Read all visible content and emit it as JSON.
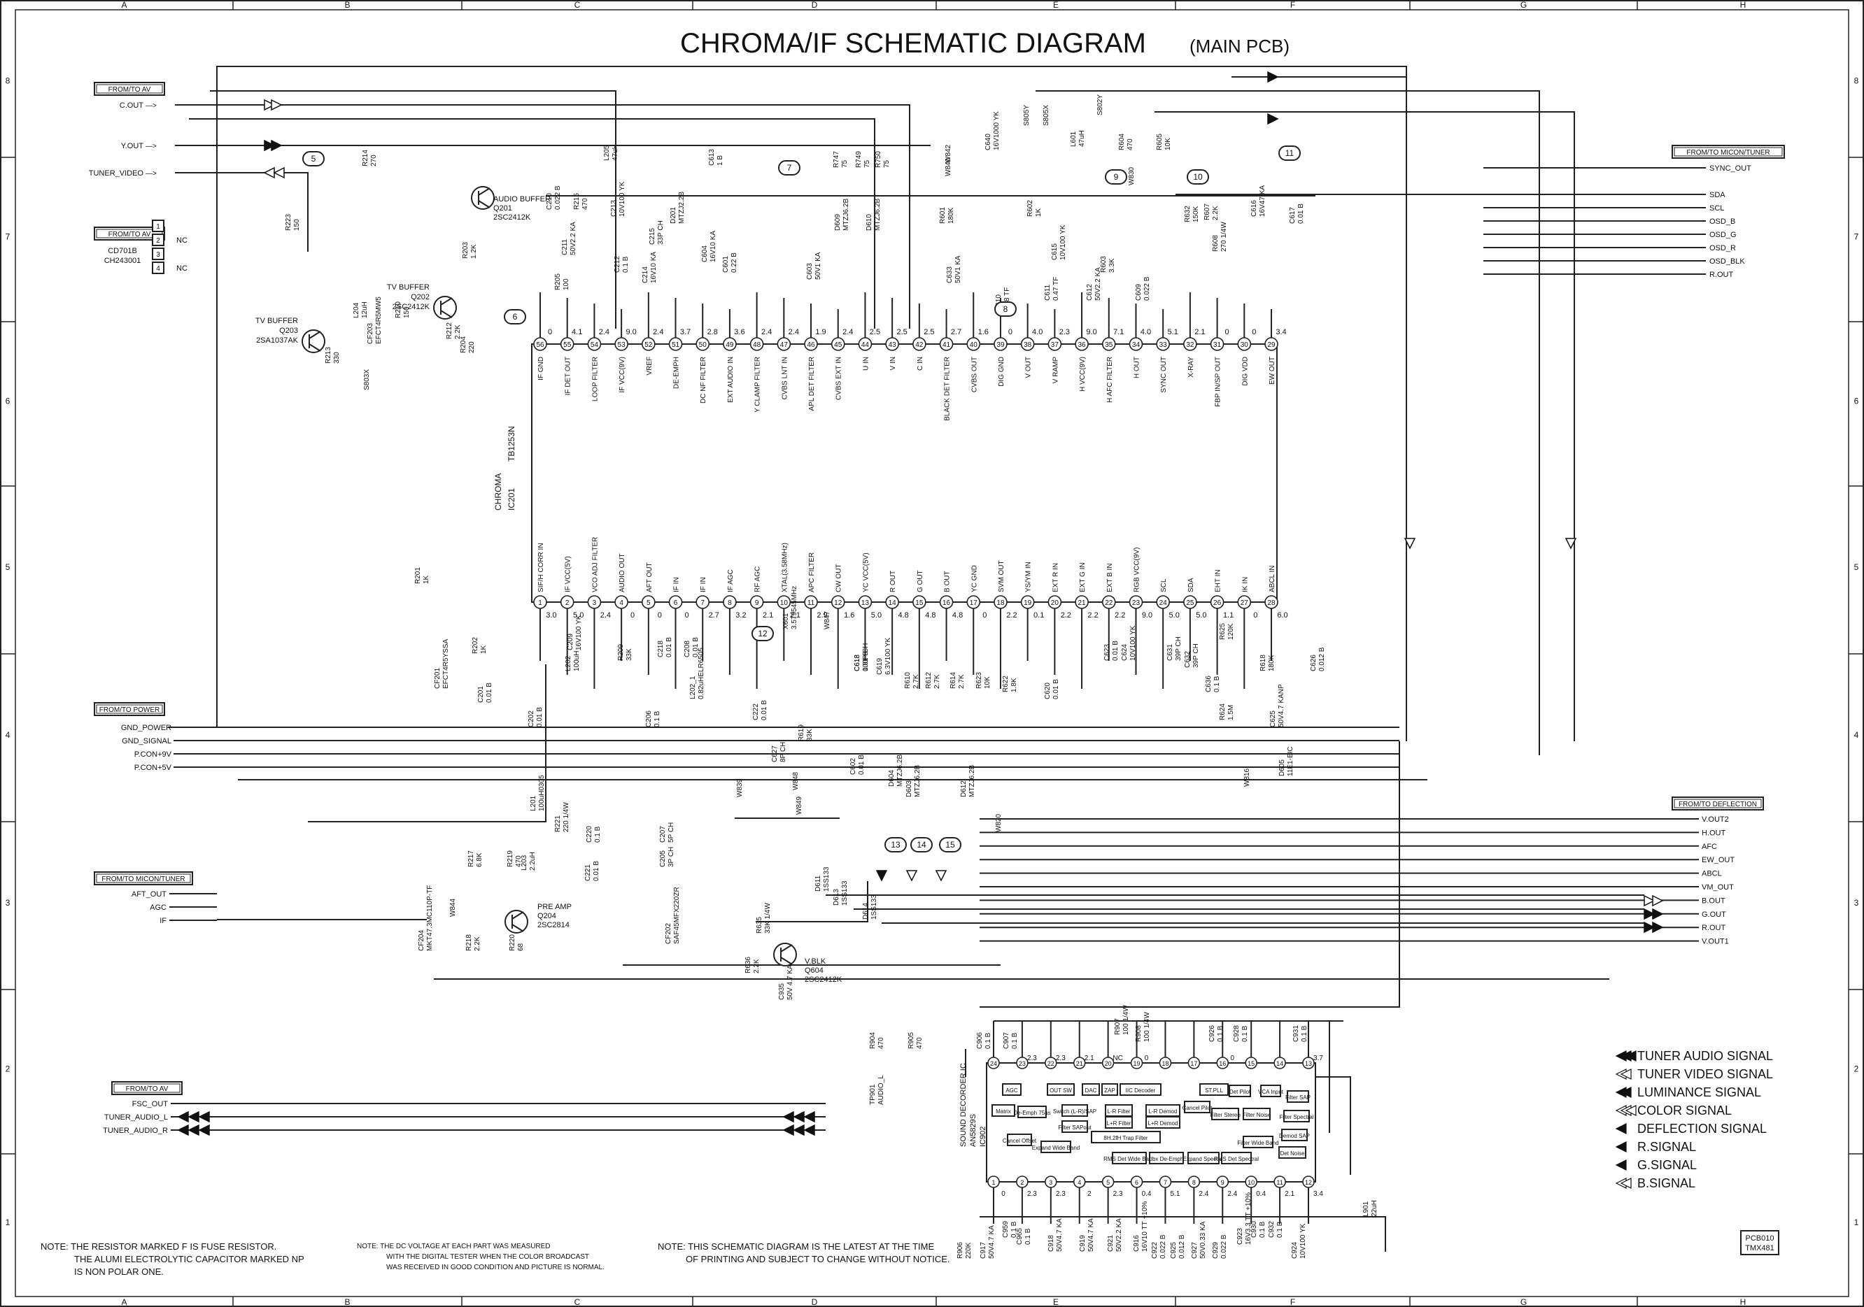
{
  "title": "CHROMA/IF SCHEMATIC DIAGRAM",
  "subtitle": "(MAIN PCB)",
  "grid": {
    "cols": [
      "A",
      "B",
      "C",
      "D",
      "E",
      "F",
      "G",
      "H"
    ],
    "rows": [
      "8",
      "7",
      "6",
      "5",
      "4",
      "3",
      "2",
      "1"
    ]
  },
  "ic": {
    "ref": "IC201",
    "part": "TB1253N",
    "name": "CHROMA"
  },
  "ic_top_pins": [
    {
      "n": "56",
      "label": "IF GND",
      "v": "0"
    },
    {
      "n": "55",
      "label": "IF DET OUT",
      "v": "4.1"
    },
    {
      "n": "54",
      "label": "LOOP FILTER",
      "v": "2.4"
    },
    {
      "n": "53",
      "label": "IF VCC(9V)",
      "v": "9.0"
    },
    {
      "n": "52",
      "label": "VREF",
      "v": "2.4"
    },
    {
      "n": "51",
      "label": "DE-EMPH",
      "v": "3.7"
    },
    {
      "n": "50",
      "label": "DC NF FILTER",
      "v": "2.8"
    },
    {
      "n": "49",
      "label": "EXT AUDIO IN",
      "v": "3.6"
    },
    {
      "n": "48",
      "label": "Y CLAMP FILTER",
      "v": "2.4"
    },
    {
      "n": "47",
      "label": "CVBS LNT IN",
      "v": "2.4"
    },
    {
      "n": "46",
      "label": "APL DET FILTER",
      "v": "1.9"
    },
    {
      "n": "45",
      "label": "CVBS EXT IN",
      "v": "2.4"
    },
    {
      "n": "44",
      "label": "U IN",
      "v": "2.5"
    },
    {
      "n": "43",
      "label": "V IN",
      "v": "2.5"
    },
    {
      "n": "42",
      "label": "C IN",
      "v": "2.5"
    },
    {
      "n": "41",
      "label": "BLACK DET FILTER",
      "v": "2.7"
    },
    {
      "n": "40",
      "label": "CVBS OUT",
      "v": "1.6"
    },
    {
      "n": "39",
      "label": "DIG GND",
      "v": "0"
    },
    {
      "n": "38",
      "label": "V OUT",
      "v": "4.0"
    },
    {
      "n": "37",
      "label": "V RAMP",
      "v": "2.3"
    },
    {
      "n": "36",
      "label": "H VCC(9V)",
      "v": "9.0"
    },
    {
      "n": "35",
      "label": "H AFC FILTER",
      "v": "7.1"
    },
    {
      "n": "34",
      "label": "H OUT",
      "v": "4.0"
    },
    {
      "n": "33",
      "label": "SYNC OUT",
      "v": "5.1"
    },
    {
      "n": "32",
      "label": "X-RAY",
      "v": "2.1"
    },
    {
      "n": "31",
      "label": "FBP IN/SP OUT",
      "v": "0"
    },
    {
      "n": "30",
      "label": "DIG VDD",
      "v": "0"
    },
    {
      "n": "29",
      "label": "EW OUT",
      "v": "3.4"
    }
  ],
  "ic_bottom_pins": [
    {
      "n": "1",
      "label": "SIF/H CORR IN",
      "v": "3.0"
    },
    {
      "n": "2",
      "label": "IF VCC(5V)",
      "v": "5.0"
    },
    {
      "n": "3",
      "label": "VCO ADJ FILTER",
      "v": "2.4"
    },
    {
      "n": "4",
      "label": "AUDIO OUT",
      "v": "0"
    },
    {
      "n": "5",
      "label": "AFT OUT",
      "v": "0"
    },
    {
      "n": "6",
      "label": "IF IN",
      "v": "0"
    },
    {
      "n": "7",
      "label": "IF IN",
      "v": "2.7"
    },
    {
      "n": "8",
      "label": "IF AGC",
      "v": "3.2"
    },
    {
      "n": "9",
      "label": "RF AGC",
      "v": "2.1"
    },
    {
      "n": "10",
      "label": "XTAL(3.58MHz)",
      "v": "2.1"
    },
    {
      "n": "11",
      "label": "APC FILTER",
      "v": "2.9"
    },
    {
      "n": "12",
      "label": "CW OUT",
      "v": "1.6"
    },
    {
      "n": "13",
      "label": "YC VCC(5V)",
      "v": "5.0"
    },
    {
      "n": "14",
      "label": "R OUT",
      "v": "4.8"
    },
    {
      "n": "15",
      "label": "G OUT",
      "v": "4.8"
    },
    {
      "n": "16",
      "label": "B OUT",
      "v": "4.8"
    },
    {
      "n": "17",
      "label": "YC GND",
      "v": "0"
    },
    {
      "n": "18",
      "label": "SVM OUT",
      "v": "2.2"
    },
    {
      "n": "19",
      "label": "YS/YM IN",
      "v": "0.1"
    },
    {
      "n": "20",
      "label": "EXT R IN",
      "v": "2.2"
    },
    {
      "n": "21",
      "label": "EXT G IN",
      "v": "2.2"
    },
    {
      "n": "22",
      "label": "EXT B IN",
      "v": "2.2"
    },
    {
      "n": "23",
      "label": "RGB VCC(9V)",
      "v": "9.0"
    },
    {
      "n": "24",
      "label": "SCL",
      "v": "5.0"
    },
    {
      "n": "25",
      "label": "SDA",
      "v": "5.0"
    },
    {
      "n": "26",
      "label": "EHT IN",
      "v": "1.1"
    },
    {
      "n": "27",
      "label": "IK IN",
      "v": "0"
    },
    {
      "n": "28",
      "label": "ABCL IN",
      "v": "6.0"
    }
  ],
  "connectors": {
    "av_top": {
      "header": "FROM/TO AV",
      "signals": [
        "C.OUT",
        "Y.OUT",
        "TUNER_VIDEO"
      ]
    },
    "av_jack": {
      "header": "FROM/TO AV",
      "ref": "CD701B",
      "part": "CH243001",
      "pins": [
        "1",
        "2",
        "3",
        "4"
      ],
      "nc": "NC"
    },
    "power": {
      "header": "FROM/TO POWER",
      "signals": [
        "GND_POWER",
        "GND_SIGNAL",
        "P.CON+9V",
        "P.CON+5V"
      ]
    },
    "micon_left": {
      "header": "FROM/TO MICON/TUNER",
      "signals": [
        "AFT_OUT",
        "AGC",
        "IF"
      ]
    },
    "av_bottom": {
      "header": "FROM/TO AV",
      "signals": [
        "FSC_OUT",
        "TUNER_AUDIO_L",
        "TUNER_AUDIO_R"
      ]
    },
    "micon_right": {
      "header": "FROM/TO MICON/TUNER",
      "signals": [
        "SYNC_OUT",
        "SDA",
        "SCL",
        "OSD_B",
        "OSD_G",
        "OSD_R",
        "OSD_BLK",
        "R.OUT"
      ]
    },
    "deflection": {
      "header": "FROM/TO DEFLECTION",
      "signals": [
        "V.OUT2",
        "H.OUT",
        "AFC",
        "EW_OUT",
        "ABCL",
        "VM_OUT",
        "B.OUT",
        "G.OUT",
        "R.OUT",
        "V.OUT1"
      ]
    }
  },
  "transistors": [
    {
      "ref": "Q201",
      "part": "2SC2412K",
      "name": "AUDIO BUFFER"
    },
    {
      "ref": "Q202",
      "part": "2SC2412K",
      "name": "TV BUFFER"
    },
    {
      "ref": "Q203",
      "part": "2SA1037AK",
      "name": "TV BUFFER"
    },
    {
      "ref": "Q204",
      "part": "2SC2814",
      "name": "PRE AMP"
    },
    {
      "ref": "Q604",
      "part": "2SC2412K",
      "name": "V.BLK"
    }
  ],
  "sound_ic": {
    "ref": "IC902",
    "part": "AN5829S",
    "name": "SOUND DECORDER IC",
    "blocks": [
      "AGC",
      "OUT SW",
      "DAC",
      "ZAP",
      "IIC Decoder",
      "Matrix",
      "Switch (L-R)/SAP",
      "L-R Filter",
      "L-R Demod",
      "De-Emph 75us",
      "L+R Filter",
      "L+R Demod",
      "Filter SAPout",
      "Cancel Offset",
      "Expand Wide Band",
      "8H.2fH Trap Filter",
      "RMS Det Wide Band",
      "dbx De-Emph",
      "Expand Spectral",
      "RMS Det Spectral",
      "ST.PLL",
      "Det Pilot",
      "VCA Input",
      "Filter SAP",
      "Cancel Pilot",
      "Filter Stereo",
      "Filter Noise",
      "Filter Spectral",
      "Filter Wide Band",
      "Demod SAP",
      "Det Noise"
    ],
    "top_pins": [
      "24",
      "23",
      "22",
      "21",
      "20",
      "19",
      "18",
      "17",
      "16",
      "15",
      "14",
      "13"
    ],
    "top_v": [
      "",
      "2.3",
      "2.3",
      "2.1",
      "NC",
      "0",
      "",
      "",
      "0",
      "",
      "",
      "3.7"
    ],
    "bottom_pins": [
      "1",
      "2",
      "3",
      "4",
      "5",
      "6",
      "7",
      "8",
      "9",
      "10",
      "11",
      "12"
    ],
    "bottom_v": [
      "0",
      "2.3",
      "2.3",
      "2",
      "2.3",
      "0.4",
      "5.1",
      "2.4",
      "2.4",
      "0.4",
      "2.1",
      "3.4"
    ]
  },
  "components": [
    {
      "ref": "R214",
      "val": "270"
    },
    {
      "ref": "R223",
      "val": "150"
    },
    {
      "ref": "R203",
      "val": "1.2K"
    },
    {
      "ref": "R205",
      "val": "100"
    },
    {
      "ref": "R210",
      "val": "150"
    },
    {
      "ref": "R212",
      "val": "2.2K"
    },
    {
      "ref": "R204",
      "val": "220"
    },
    {
      "ref": "R213",
      "val": "330"
    },
    {
      "ref": "L204",
      "val": "12uH"
    },
    {
      "ref": "CF203",
      "val": "EFCT4R5MW5"
    },
    {
      "ref": "S803X",
      "val": ""
    },
    {
      "ref": "L205",
      "val": "47uH"
    },
    {
      "ref": "C613",
      "val": "1  B"
    },
    {
      "ref": "C210",
      "val": "0.022 B"
    },
    {
      "ref": "R215",
      "val": "470"
    },
    {
      "ref": "C211",
      "val": "50V2.2 KA"
    },
    {
      "ref": "C213",
      "val": "10V100 YK"
    },
    {
      "ref": "C212",
      "val": "0.1 B"
    },
    {
      "ref": "C214",
      "val": "16V10 KA"
    },
    {
      "ref": "C215",
      "val": "33P CH"
    },
    {
      "ref": "D201",
      "val": "MTZJ2.2B"
    },
    {
      "ref": "C604",
      "val": "16V10 KA"
    },
    {
      "ref": "C601",
      "val": "0.22 B"
    },
    {
      "ref": "C603",
      "val": "50V1 KA"
    },
    {
      "ref": "R747",
      "val": "75"
    },
    {
      "ref": "R749",
      "val": "75"
    },
    {
      "ref": "R750",
      "val": "75"
    },
    {
      "ref": "D609",
      "val": "MTZJ6.2B"
    },
    {
      "ref": "D610",
      "val": "MTZJ6.2B"
    },
    {
      "ref": "W842",
      "val": ""
    },
    {
      "ref": "W840",
      "val": ""
    },
    {
      "ref": "R601",
      "val": "180K"
    },
    {
      "ref": "C633",
      "val": "50V1 KA"
    },
    {
      "ref": "C640",
      "val": "16V1000 YK"
    },
    {
      "ref": "S805Y",
      "val": ""
    },
    {
      "ref": "S805X",
      "val": ""
    },
    {
      "ref": "L601",
      "val": "47uH"
    },
    {
      "ref": "S802Y",
      "val": ""
    },
    {
      "ref": "R604",
      "val": "470"
    },
    {
      "ref": "R605",
      "val": "10K"
    },
    {
      "ref": "W830",
      "val": ""
    },
    {
      "ref": "R602",
      "val": "1K"
    },
    {
      "ref": "C610",
      "val": "0.68 TF"
    },
    {
      "ref": "C611",
      "val": "0.47 TF"
    },
    {
      "ref": "C615",
      "val": "10V100 YK"
    },
    {
      "ref": "R603",
      "val": "3.3K"
    },
    {
      "ref": "C612",
      "val": "50V2.2 KA"
    },
    {
      "ref": "C609",
      "val": "0.022 B"
    },
    {
      "ref": "R632",
      "val": "150K"
    },
    {
      "ref": "R607",
      "val": "2.2K"
    },
    {
      "ref": "C618",
      "val": "100P CH"
    },
    {
      "ref": "R608",
      "val": "270 1/4W"
    },
    {
      "ref": "C616",
      "val": "16V47 KA"
    },
    {
      "ref": "C617",
      "val": "0.01 B"
    },
    {
      "ref": "R201",
      "val": "1K"
    },
    {
      "ref": "CF201",
      "val": "EFCT4R5YSSA"
    },
    {
      "ref": "C201",
      "val": "0.01 B"
    },
    {
      "ref": "R202",
      "val": "1K"
    },
    {
      "ref": "C202",
      "val": "0.01 B"
    },
    {
      "ref": "L202",
      "val": "100uH"
    },
    {
      "ref": "C209",
      "val": "16V100 YK"
    },
    {
      "ref": "R209",
      "val": "33K"
    },
    {
      "ref": "C206",
      "val": "0.1 B"
    },
    {
      "ref": "C218",
      "val": "0.01 B"
    },
    {
      "ref": "C208",
      "val": "0.01 B"
    },
    {
      "ref": "L202_1",
      "val": "0.82uHELR6505"
    },
    {
      "ref": "X601",
      "val": "3.579545MHz"
    },
    {
      "ref": "C222",
      "val": "0.01 B"
    },
    {
      "ref": "C627",
      "val": "8P CH"
    },
    {
      "ref": "R619",
      "val": "33K"
    },
    {
      "ref": "W847",
      "val": ""
    },
    {
      "ref": "C618",
      "val": "0.01 B"
    },
    {
      "ref": "C619",
      "val": "6.3V100 YK"
    },
    {
      "ref": "C602",
      "val": "0.01 B"
    },
    {
      "ref": "D604",
      "val": "MTZJ6.2B"
    },
    {
      "ref": "D603",
      "val": "MTZJ6.2B"
    },
    {
      "ref": "D612",
      "val": "MTZJ6.2B"
    },
    {
      "ref": "R610",
      "val": "2.7K"
    },
    {
      "ref": "R612",
      "val": "2.7K"
    },
    {
      "ref": "R614",
      "val": "2.7K"
    },
    {
      "ref": "R623",
      "val": "10K"
    },
    {
      "ref": "R622",
      "val": "1.8K"
    },
    {
      "ref": "C620",
      "val": "0.01 B"
    },
    {
      "ref": "C623",
      "val": "0.01 B"
    },
    {
      "ref": "C624",
      "val": "10V100 YK"
    },
    {
      "ref": "C631",
      "val": "39P CH"
    },
    {
      "ref": "C632",
      "val": "39P CH"
    },
    {
      "ref": "R625",
      "val": "120K"
    },
    {
      "ref": "C636",
      "val": "0.1 B"
    },
    {
      "ref": "R624",
      "val": "1.5M"
    },
    {
      "ref": "R618",
      "val": "180K"
    },
    {
      "ref": "C626",
      "val": "0.012 B"
    },
    {
      "ref": "C625",
      "val": "50V4.7 KANP"
    },
    {
      "ref": "D605",
      "val": "11E1-EIC"
    },
    {
      "ref": "W816",
      "val": ""
    },
    {
      "ref": "W839",
      "val": ""
    },
    {
      "ref": "W848",
      "val": ""
    },
    {
      "ref": "W849",
      "val": ""
    },
    {
      "ref": "W820",
      "val": ""
    },
    {
      "ref": "L201",
      "val": "100uH0305"
    },
    {
      "ref": "R221",
      "val": "220 1/4W"
    },
    {
      "ref": "C220",
      "val": "0.1 B"
    },
    {
      "ref": "C221",
      "val": "0.01 B"
    },
    {
      "ref": "C207",
      "val": "5P CH"
    },
    {
      "ref": "C205",
      "val": "3P CH"
    },
    {
      "ref": "CF202",
      "val": "SAF45MFX220ZR"
    },
    {
      "ref": "R217",
      "val": "6.8K"
    },
    {
      "ref": "R219",
      "val": "470"
    },
    {
      "ref": "L203",
      "val": "2.2uH"
    },
    {
      "ref": "W844",
      "val": ""
    },
    {
      "ref": "CF204",
      "val": "MKT47.3MC110P-TF"
    },
    {
      "ref": "R218",
      "val": "2.2K"
    },
    {
      "ref": "R220",
      "val": "68"
    },
    {
      "ref": "D611",
      "val": "1SS133"
    },
    {
      "ref": "D613",
      "val": "1SS133"
    },
    {
      "ref": "D614",
      "val": "1SS133"
    },
    {
      "ref": "R635",
      "val": "33K 1/4W"
    },
    {
      "ref": "R636",
      "val": "2.2K"
    },
    {
      "ref": "C935",
      "val": "50V 4.7 KA"
    },
    {
      "ref": "R904",
      "val": "470"
    },
    {
      "ref": "R905",
      "val": "470"
    },
    {
      "ref": "TP901",
      "val": "AUDIO_L"
    },
    {
      "ref": "C906",
      "val": "0.1 B"
    },
    {
      "ref": "C907",
      "val": "0.1 B"
    },
    {
      "ref": "R907",
      "val": "100 1/4W"
    },
    {
      "ref": "R908",
      "val": "100 1/4W"
    },
    {
      "ref": "C926",
      "val": "0.1 B"
    },
    {
      "ref": "C928",
      "val": "0.1 B"
    },
    {
      "ref": "C931",
      "val": "0.1 B"
    },
    {
      "ref": "R906",
      "val": "220K"
    },
    {
      "ref": "C917",
      "val": "50V4.7 KA"
    },
    {
      "ref": "C959",
      "val": "0.1 B"
    },
    {
      "ref": "C965",
      "val": "0.1 B"
    },
    {
      "ref": "C918",
      "val": "50V4.7 KA"
    },
    {
      "ref": "C919",
      "val": "50V4.7 KA"
    },
    {
      "ref": "C921",
      "val": "50V2.2 KA"
    },
    {
      "ref": "C916",
      "val": "16V10 TT +10%"
    },
    {
      "ref": "C922",
      "val": "0.022 B"
    },
    {
      "ref": "C925",
      "val": "0.012 B"
    },
    {
      "ref": "C927",
      "val": "50V0.33 KA"
    },
    {
      "ref": "C929",
      "val": "0.022 B"
    },
    {
      "ref": "C923",
      "val": "16V3.3 TT +10%"
    },
    {
      "ref": "C930",
      "val": "0.1 B"
    },
    {
      "ref": "C932",
      "val": "0.1 B"
    },
    {
      "ref": "C924",
      "val": "10V100 YK"
    },
    {
      "ref": "L901",
      "val": "22uH"
    }
  ],
  "tags": [
    "5",
    "6",
    "7",
    "8",
    "9",
    "10",
    "11",
    "12",
    "13",
    "14",
    "15"
  ],
  "legend": [
    {
      "icon": "tuner-audio",
      "label": "TUNER AUDIO SIGNAL"
    },
    {
      "icon": "tuner-video",
      "label": "TUNER VIDEO SIGNAL"
    },
    {
      "icon": "luminance",
      "label": "LUMINANCE SIGNAL"
    },
    {
      "icon": "color",
      "label": "COLOR SIGNAL"
    },
    {
      "icon": "deflection",
      "label": "DEFLECTION SIGNAL"
    },
    {
      "icon": "r",
      "label": "R.SIGNAL"
    },
    {
      "icon": "g",
      "label": "G.SIGNAL"
    },
    {
      "icon": "b",
      "label": "B.SIGNAL"
    }
  ],
  "notes": [
    "NOTE: THE RESISTOR MARKED F IS FUSE RESISTOR.",
    "THE ALUMI ELECTROLYTIC CAPACITOR MARKED NP",
    "IS NON POLAR ONE.",
    "NOTE: THE DC VOLTAGE AT EACH PART WAS MEASURED",
    "WITH THE DIGITAL TESTER WHEN THE COLOR BROADCAST",
    "WAS RECEIVED IN GOOD CONDITION AND PICTURE IS NORMAL.",
    "NOTE: THIS SCHEMATIC DIAGRAM IS THE LATEST AT THE TIME",
    "OF PRINTING AND SUBJECT TO CHANGE WITHOUT NOTICE."
  ],
  "board_code": [
    "PCB010",
    "TMX481"
  ]
}
